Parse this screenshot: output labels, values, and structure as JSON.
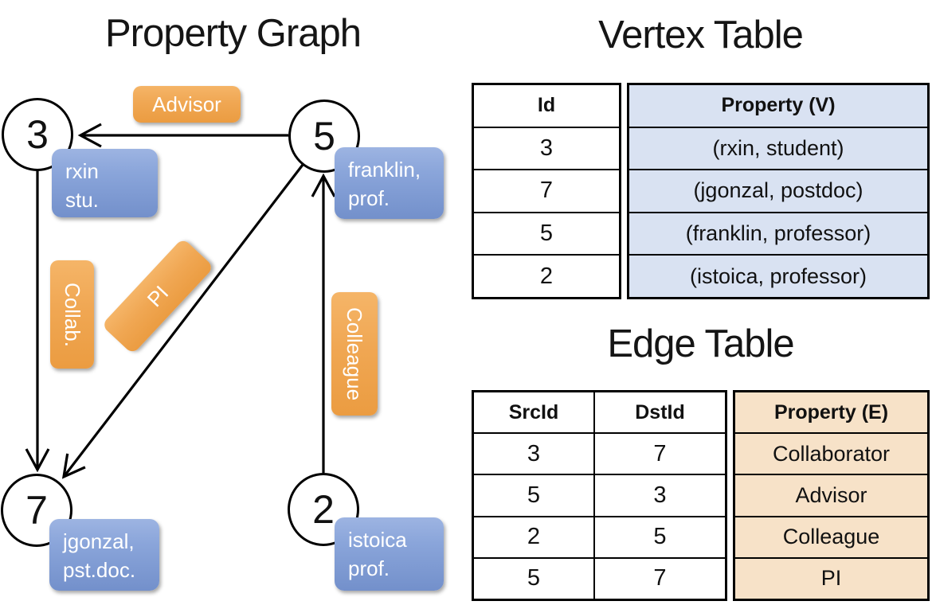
{
  "graph": {
    "title": "Property Graph",
    "nodes": [
      {
        "id": "3",
        "label_line1": "rxin",
        "label_line2": "stu."
      },
      {
        "id": "5",
        "label_line1": "franklin,",
        "label_line2": "prof."
      },
      {
        "id": "7",
        "label_line1": "jgonzal,",
        "label_line2": "pst.doc."
      },
      {
        "id": "2",
        "label_line1": "istoica",
        "label_line2": "prof."
      }
    ],
    "edge_labels": {
      "advisor": "Advisor",
      "collab": "Collab.",
      "pi": "PI",
      "colleague": "Colleague"
    }
  },
  "vertex_table": {
    "title": "Vertex Table",
    "headers": {
      "id": "Id",
      "property": "Property (V)"
    },
    "rows": [
      {
        "id": "3",
        "property": "(rxin, student)"
      },
      {
        "id": "7",
        "property": "(jgonzal, postdoc)"
      },
      {
        "id": "5",
        "property": "(franklin, professor)"
      },
      {
        "id": "2",
        "property": "(istoica, professor)"
      }
    ]
  },
  "edge_table": {
    "title": "Edge Table",
    "headers": {
      "src": "SrcId",
      "dst": "DstId",
      "property": "Property (E)"
    },
    "rows": [
      {
        "src": "3",
        "dst": "7",
        "property": "Collaborator"
      },
      {
        "src": "5",
        "dst": "3",
        "property": "Advisor"
      },
      {
        "src": "2",
        "dst": "5",
        "property": "Colleague"
      },
      {
        "src": "5",
        "dst": "7",
        "property": "PI"
      }
    ]
  },
  "colors": {
    "orange_box_top": "#f5b568",
    "orange_box_bottom": "#eb9c41",
    "blue_box_top": "#9db4e2",
    "blue_box_bottom": "#7390cb",
    "vertex_property_fill": "#d9e2f2",
    "edge_property_fill": "#f7e2c8",
    "table_border": "#000000",
    "node_stroke": "#000000",
    "label_text": "#ffffff"
  }
}
